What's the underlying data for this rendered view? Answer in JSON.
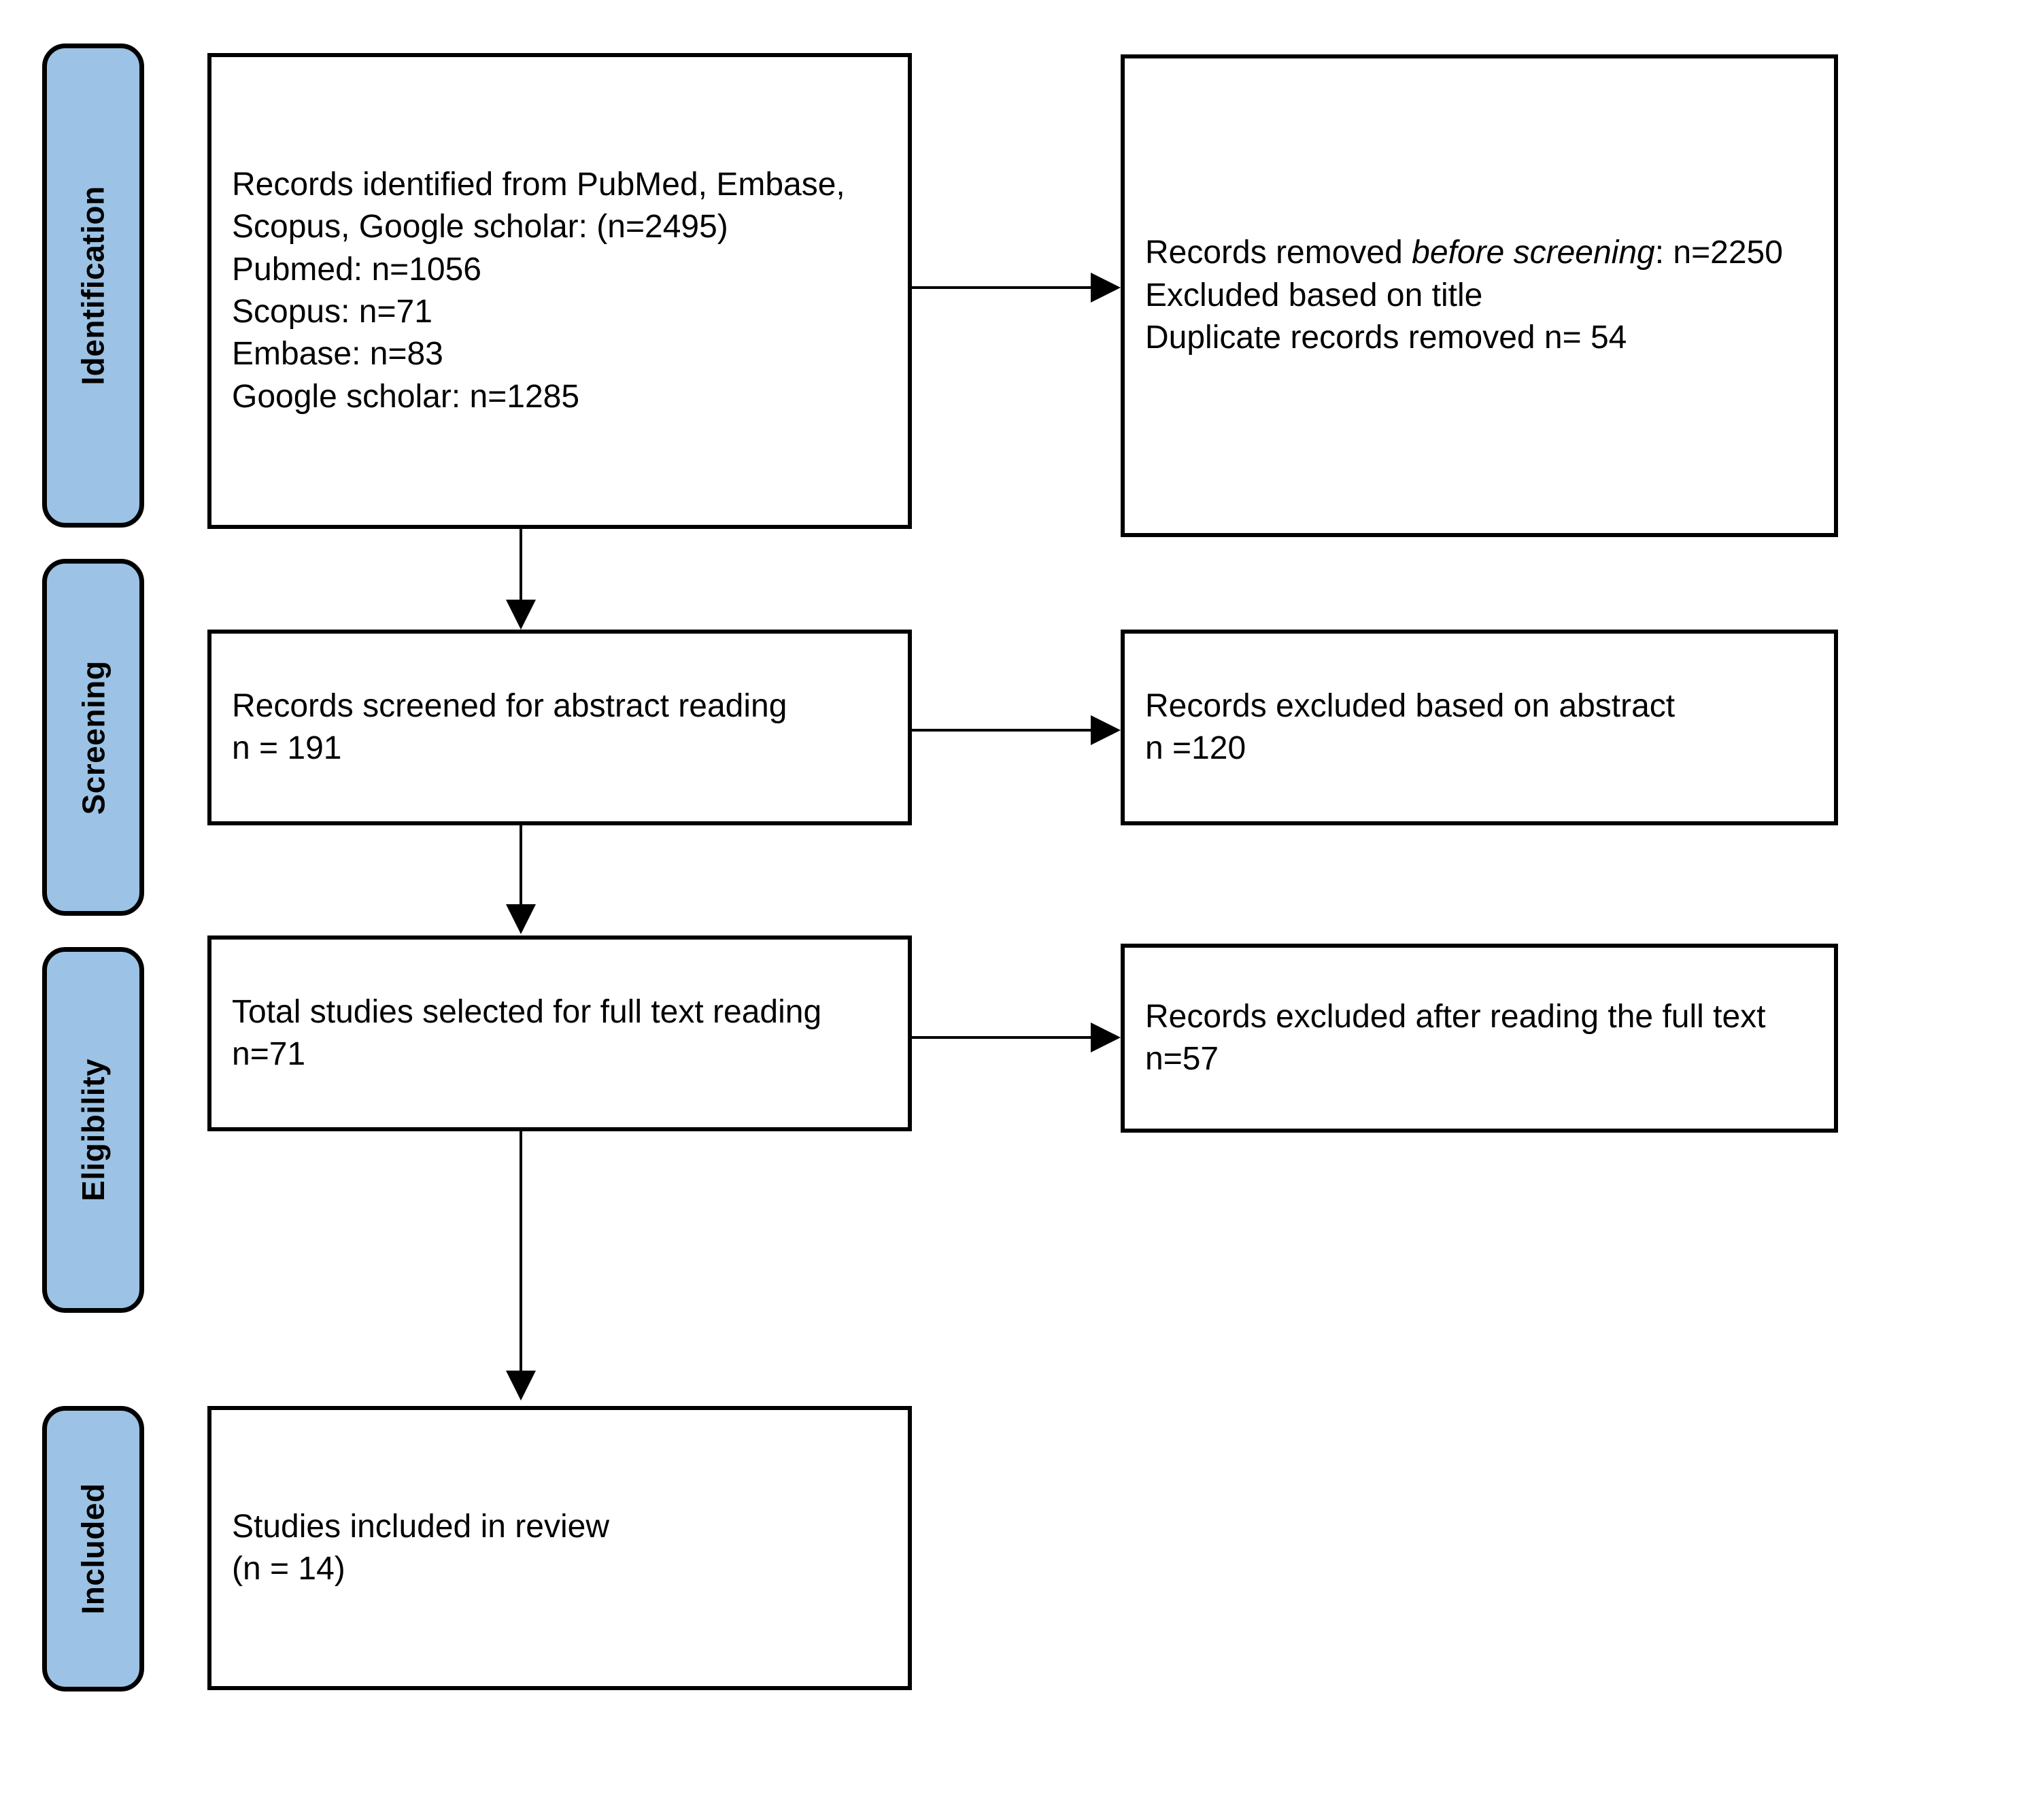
{
  "diagram": {
    "title": "PRISMA flow diagram",
    "colors": {
      "stage_fill": "#9CC3E5",
      "stage_border": "#000000",
      "box_fill": "#FFFFFF",
      "box_border": "#000000",
      "connector": "#000000",
      "text": "#000000"
    }
  },
  "stages": [
    {
      "id": "identification",
      "label": "Identification"
    },
    {
      "id": "screening",
      "label": "Screening"
    },
    {
      "id": "eligibility",
      "label": "Eligibility"
    },
    {
      "id": "included",
      "label": "Included"
    }
  ],
  "boxes": {
    "records_identified": {
      "lines": [
        "Records identified from PubMed,",
        "Embase, Scopus, Google",
        "scholar: (n=2495)",
        "Pubmed: n=1056",
        "Scopus: n=71",
        "Embase: n=83",
        "Google scholar: n=1285"
      ],
      "text": "Records identified from PubMed, Embase, Scopus, Google scholar: (n=2495)\nPubmed: n=1056\nScopus: n=71\nEmbase: n=83\nGoogle scholar: n=1285"
    },
    "records_removed_before_screening": {
      "prefix": "Records removed ",
      "italic_1": "before",
      "middle": " ",
      "italic_2": "screening",
      "suffix": ": n=2250 Excluded based on title\nDuplicate records removed n= 54",
      "lines": [
        "Records removed before",
        "screening: n=2250 Excluded",
        "based on title",
        "Duplicate records removed n= 54"
      ]
    },
    "records_screened": {
      "lines": [
        "Records screened for abstract",
        "reading",
        "n = 191"
      ],
      "text": "Records screened for abstract reading\nn = 191"
    },
    "records_excluded_abstract": {
      "lines": [
        "Records excluded based on",
        "abstract",
        "n =120"
      ],
      "text": "Records excluded based on abstract\nn =120"
    },
    "total_studies_full_text": {
      "lines": [
        "Total studies selected for full text",
        "reading n=71"
      ],
      "text": "Total studies selected for full text reading n=71"
    },
    "records_excluded_full_text": {
      "lines": [
        "Records excluded after reading",
        "the full text n=57"
      ],
      "text": "Records excluded after reading the full text n=57"
    },
    "studies_included": {
      "lines": [
        "Studies included in review",
        "(n = 14)"
      ],
      "text": "Studies included in review\n(n = 14)"
    }
  },
  "counts": {
    "total_identified": 2495,
    "pubmed": 1056,
    "scopus": 71,
    "embase": 83,
    "google_scholar": 1285,
    "removed_before_screening": 2250,
    "duplicates_removed": 54,
    "screened_abstract": 191,
    "excluded_abstract": 120,
    "full_text_selected": 71,
    "excluded_full_text": 57,
    "included_in_review": 14
  },
  "connectors": [
    {
      "id": "identification-to-removed",
      "type": "arrow-right",
      "from": "records_identified",
      "to": "records_removed_before_screening"
    },
    {
      "id": "identification-to-screened",
      "type": "arrow-down",
      "from": "records_identified",
      "to": "records_screened"
    },
    {
      "id": "screened-to-excluded",
      "type": "arrow-right",
      "from": "records_screened",
      "to": "records_excluded_abstract"
    },
    {
      "id": "screened-to-fulltext",
      "type": "arrow-down",
      "from": "records_screened",
      "to": "total_studies_full_text"
    },
    {
      "id": "fulltext-to-excluded",
      "type": "arrow-right",
      "from": "total_studies_full_text",
      "to": "records_excluded_full_text"
    },
    {
      "id": "fulltext-to-included",
      "type": "arrow-down",
      "from": "total_studies_full_text",
      "to": "studies_included"
    }
  ]
}
